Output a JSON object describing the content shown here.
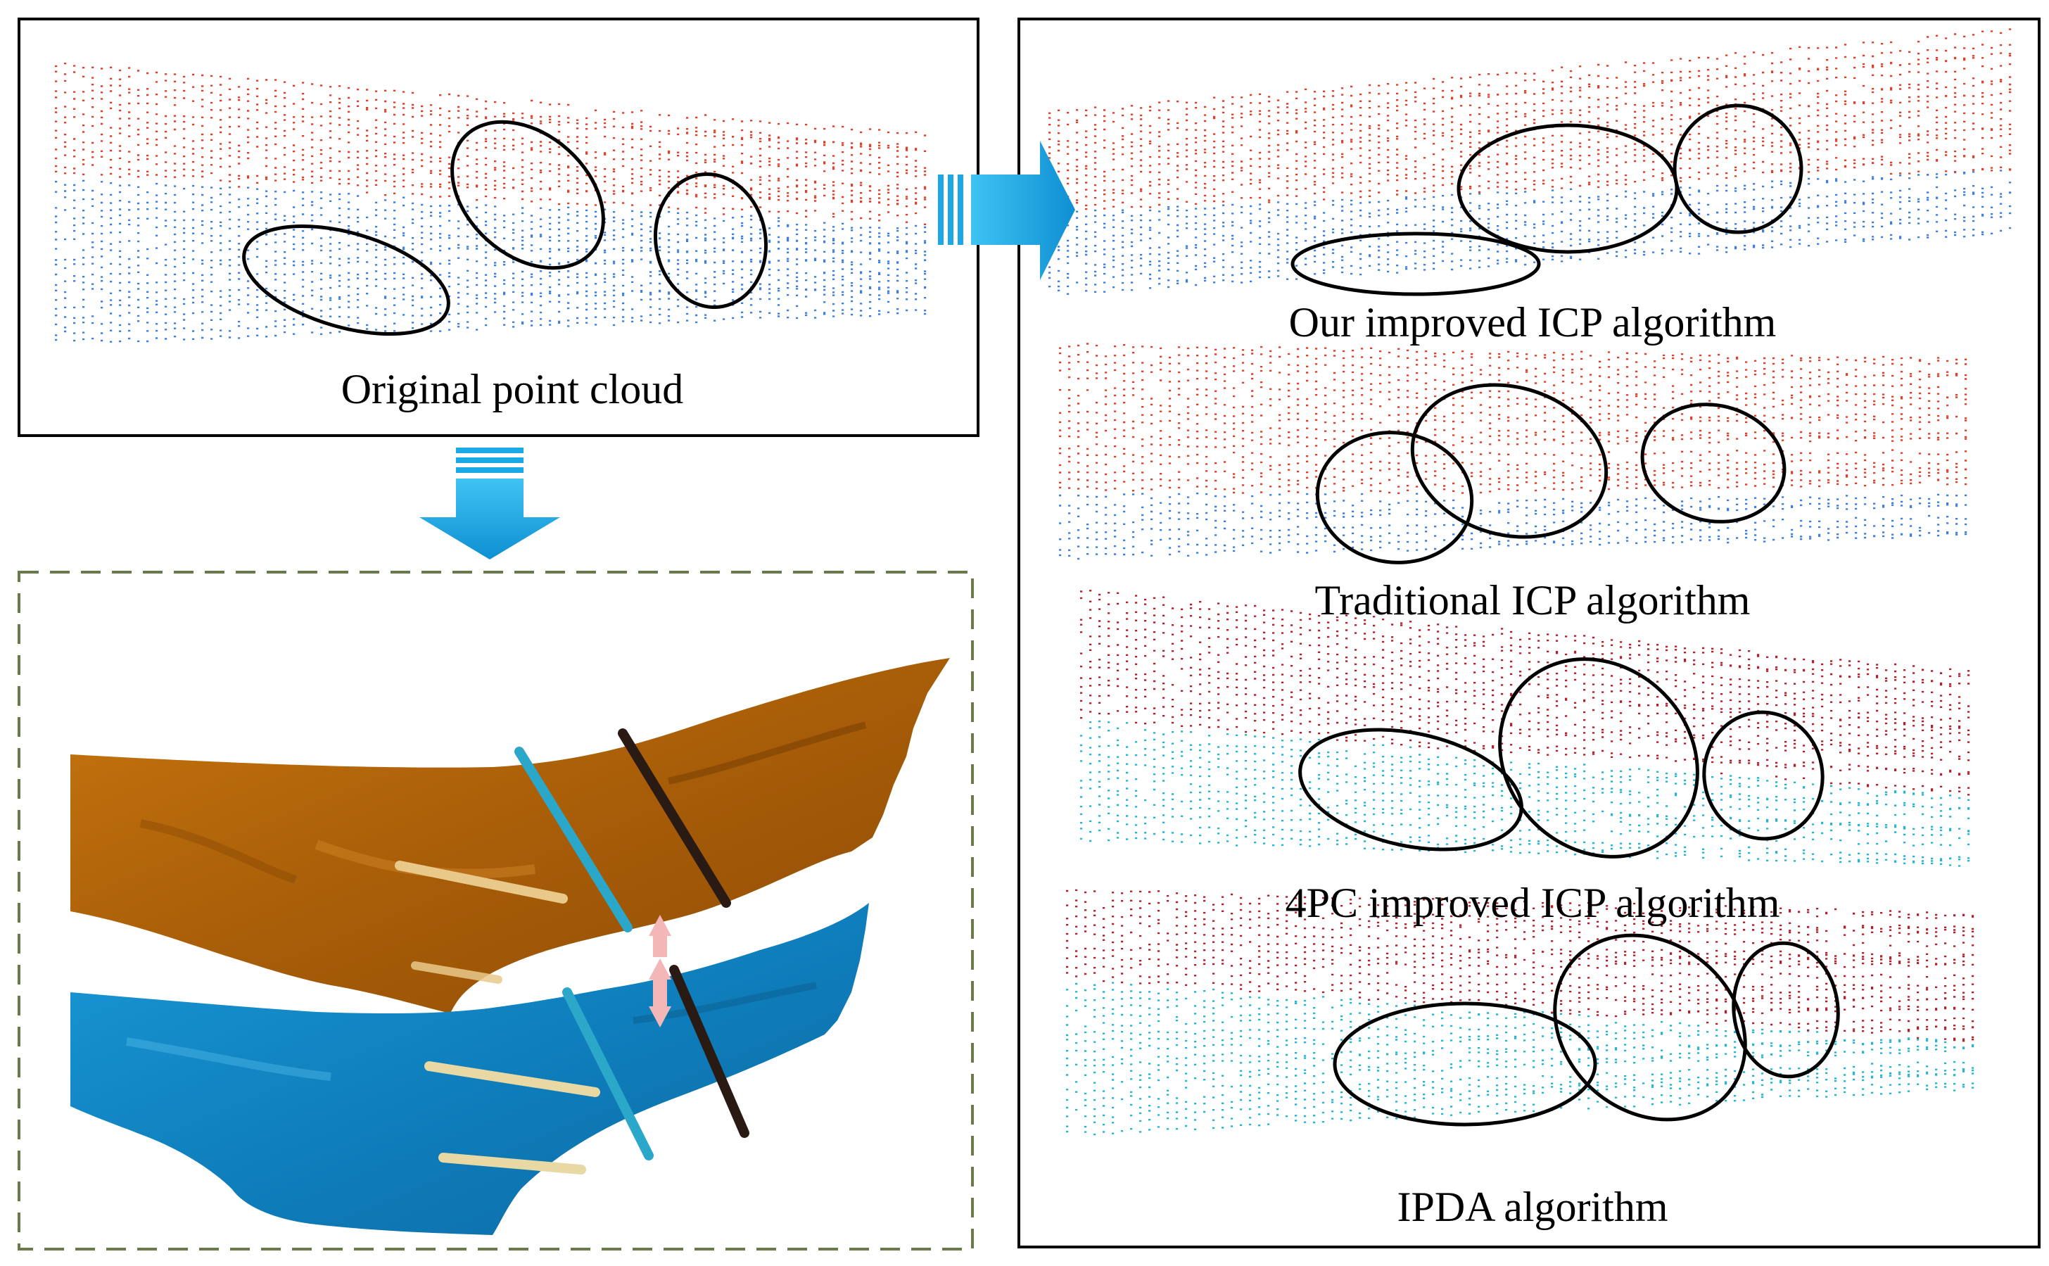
{
  "labels": {
    "original": "Original point cloud",
    "ours": "Our improved ICP algorithm",
    "traditional": "Traditional ICP algorithm",
    "fourpc": "4PC improved ICP algorithm",
    "ipda": "IPDA algorithm"
  },
  "colors": {
    "frame": "#000000",
    "dashed_frame": "#6b7a4b",
    "source_points": "#e0402a",
    "target_points_blue": "#3d7fe0",
    "target_points_cyan": "#25b5d4",
    "dark_red_points": "#b3202a",
    "ellipse": "#000000",
    "arrow_fill": "#1aa8e6",
    "surface_orange": "#b8670a",
    "surface_blue": "#1489c6",
    "band_yellow": "#e8c98a",
    "band_cyan": "#2aa7c9",
    "band_dark": "#2a1a14",
    "correspondence_arrow": "#f3b7b7"
  }
}
